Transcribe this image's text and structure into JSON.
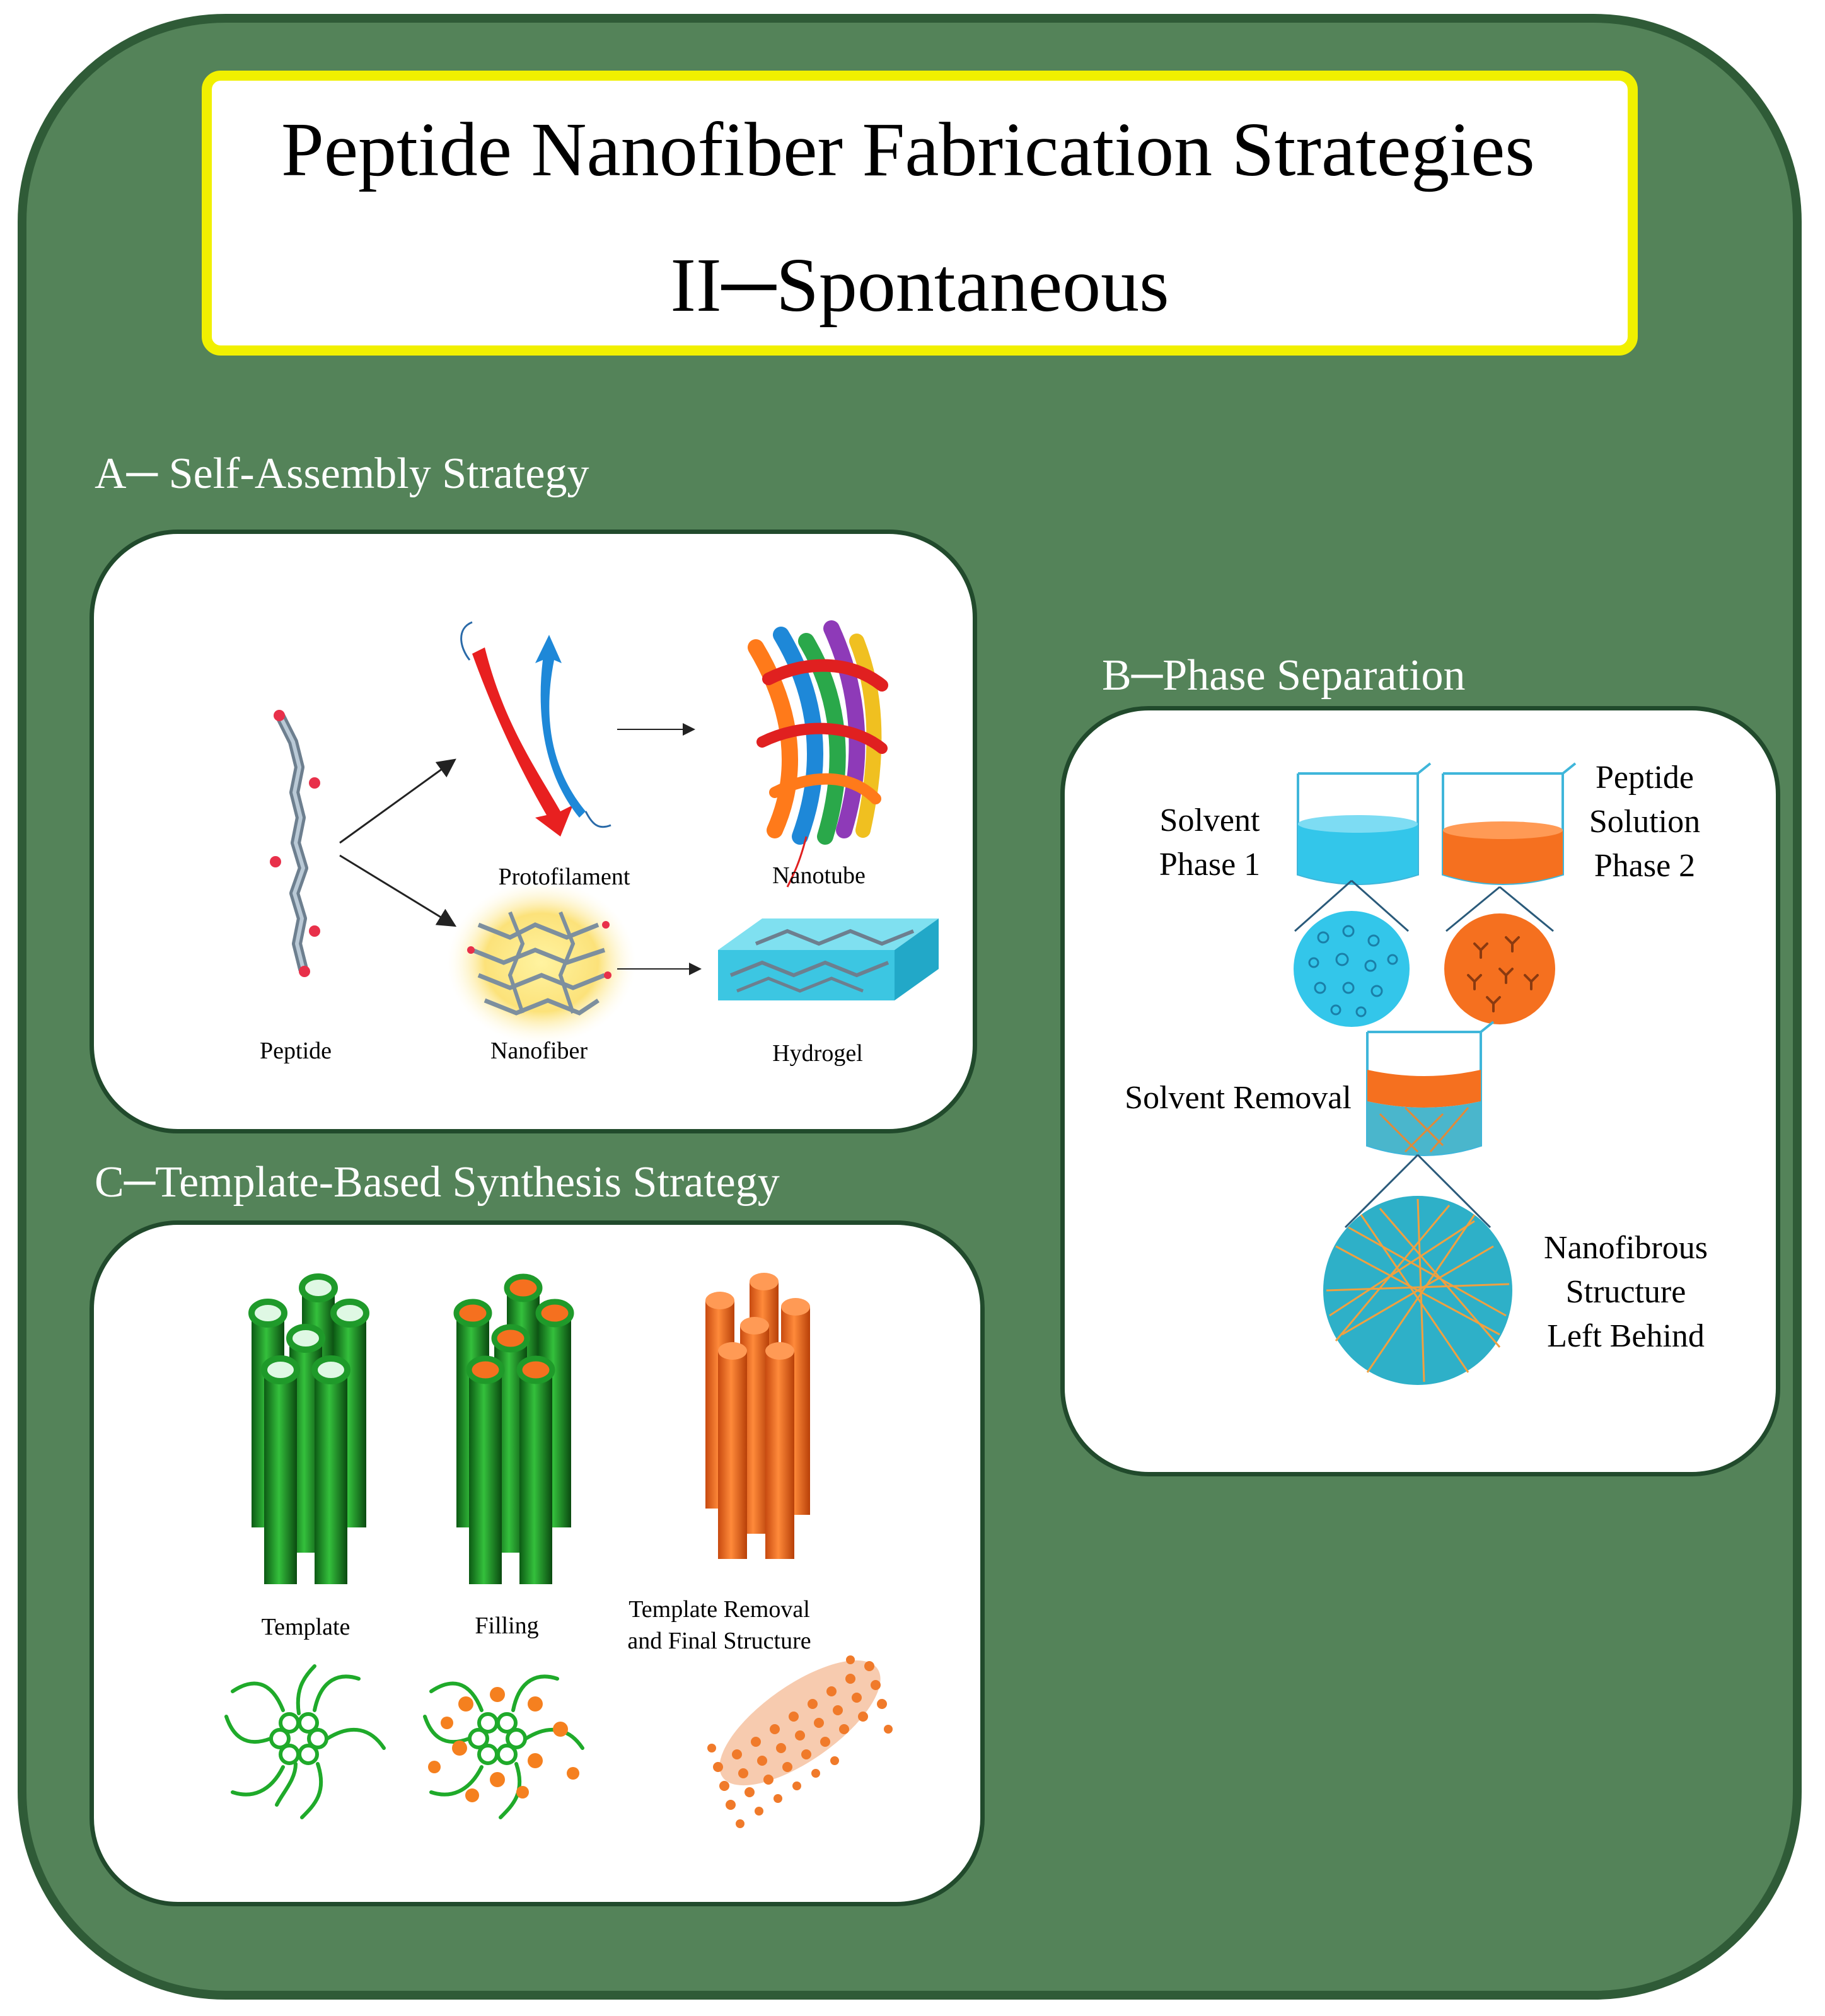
{
  "title": {
    "line1": "Peptide Nanofiber Fabrication Strategies",
    "line2": "II─Spontaneous"
  },
  "sections": {
    "a": {
      "label": "A─ Self-Assembly Strategy",
      "captions": {
        "peptide": "Peptide",
        "protofilament": "Protofilament",
        "nanotube": "Nanotube",
        "nanofiber": "Nanofiber",
        "hydrogel": "Hydrogel"
      }
    },
    "b": {
      "label": "B─Phase Separation",
      "captions": {
        "solvent_1": "Solvent",
        "solvent_2": "Phase 1",
        "peptide_1": "Peptide",
        "peptide_2": "Solution",
        "peptide_3": "Phase 2",
        "removal": "Solvent Removal",
        "nano_1": "Nanofibrous",
        "nano_2": "Structure",
        "nano_3": "Left Behind"
      }
    },
    "c": {
      "label": "C─Template-Based Synthesis Strategy",
      "captions": {
        "template": "Template",
        "filling": "Filling",
        "final_1": "Template Removal",
        "final_2": "and Final Structure"
      }
    }
  },
  "colors": {
    "frame_fill": "#548359",
    "frame_border": "#2f5b37",
    "title_border": "#f1f000",
    "green_tube": "#1f9a2a",
    "orange": "#f5701f",
    "cyan": "#33c6ea"
  }
}
